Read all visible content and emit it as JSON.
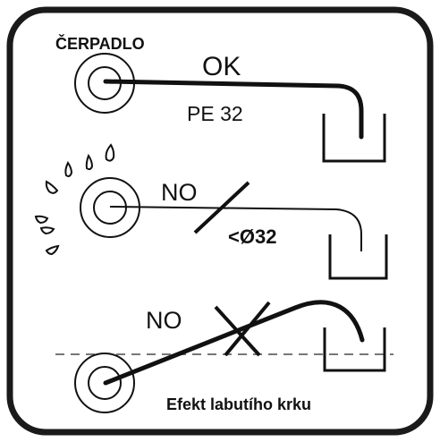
{
  "title": "ČERPADLO",
  "panels": [
    {
      "verdict": "OK",
      "caption": "PE 32"
    },
    {
      "verdict": "NO",
      "caption": "<Ø32"
    },
    {
      "verdict": "NO",
      "caption": "Efekt labutího krku"
    }
  ],
  "colors": {
    "ink": "#111111",
    "dashed_line": "#777777",
    "frame": "#1a1a1a"
  }
}
